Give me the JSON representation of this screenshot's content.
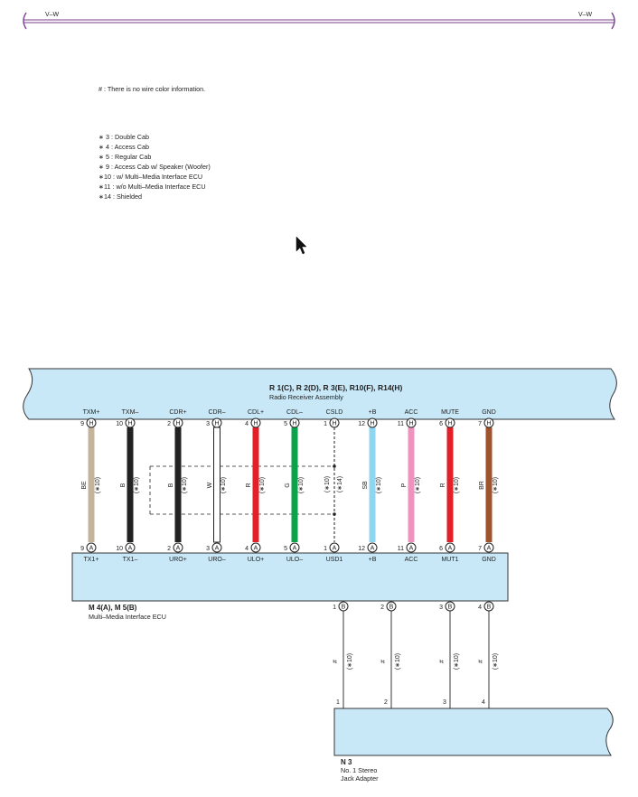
{
  "top_bar": {
    "left_label": "V–W",
    "right_label": "V–W"
  },
  "notes": {
    "hash_note": "# : There is no wire color information.",
    "items": [
      "∗ 3 : Double Cab",
      "∗ 4 : Access Cab",
      "∗ 5 : Regular Cab",
      "∗ 9 : Access Cab w/ Speaker (Woofer)",
      "∗10 : w/ Multi–Media Interface ECU",
      "∗11 : w/o Multi–Media Interface ECU",
      "∗14 : Shielded"
    ]
  },
  "receiver": {
    "title": "R 1(C), R 2(D), R 3(E), R10(F), R14(H)",
    "subtitle": "Radio Receiver Assembly",
    "connector_letter": "H"
  },
  "ecu": {
    "title": "M 4(A), M 5(B)",
    "subtitle": "Multi–Media Interface ECU",
    "connector_letter": "A"
  },
  "jack": {
    "title": "N 3",
    "subtitle_line1": "No. 1 Stereo",
    "subtitle_line2": "Jack Adapter"
  },
  "wires": [
    {
      "top_label": "TXM+",
      "top_pin": "9",
      "color_code": "BE",
      "cond": "(∗10)",
      "bottom_pin": "9",
      "bottom_label": "TX1+",
      "color": "#c4b49c"
    },
    {
      "top_label": "TXM–",
      "top_pin": "10",
      "color_code": "B",
      "cond": "(∗10)",
      "bottom_pin": "10",
      "bottom_label": "TX1–",
      "color": "#222222"
    },
    {
      "top_label": "CDR+",
      "top_pin": "2",
      "color_code": "B",
      "cond": "(∗10)",
      "bottom_pin": "2",
      "bottom_label": "URO+",
      "color": "#222222"
    },
    {
      "top_label": "CDR–",
      "top_pin": "3",
      "color_code": "W",
      "cond": "(∗10)",
      "bottom_pin": "3",
      "bottom_label": "URO–",
      "color": "#ffffff"
    },
    {
      "top_label": "CDL+",
      "top_pin": "4",
      "color_code": "R",
      "cond": "(∗10)",
      "bottom_pin": "4",
      "bottom_label": "ULO+",
      "color": "#e32028"
    },
    {
      "top_label": "CDL–",
      "top_pin": "5",
      "color_code": "G",
      "cond": "(∗10)",
      "bottom_pin": "5",
      "bottom_label": "ULO–",
      "color": "#0aa24b"
    },
    {
      "top_label": "CSLD",
      "top_pin": "1",
      "color_code": "(∗10)",
      "cond": "(∗14)",
      "bottom_pin": "1",
      "bottom_label": "USD1",
      "color": "#222222"
    },
    {
      "top_label": "+B",
      "top_pin": "12",
      "color_code": "SB",
      "cond": "(∗10)",
      "bottom_pin": "12",
      "bottom_label": "+B",
      "color": "#8fd6f3"
    },
    {
      "top_label": "ACC",
      "top_pin": "11",
      "color_code": "P",
      "cond": "(∗10)",
      "bottom_pin": "11",
      "bottom_label": "ACC",
      "color": "#ef92bd"
    },
    {
      "top_label": "MUTE",
      "top_pin": "6",
      "color_code": "R",
      "cond": "(∗10)",
      "bottom_pin": "6",
      "bottom_label": "MUT1",
      "color": "#e32028"
    },
    {
      "top_label": "GND",
      "top_pin": "7",
      "color_code": "BR",
      "cond": "(∗10)",
      "bottom_pin": "7",
      "bottom_label": "GND",
      "color": "#a0522d"
    }
  ],
  "jack_wires": [
    {
      "b_pin": "1",
      "color_code": "#",
      "cond": "(∗10)",
      "jack_pin": "1"
    },
    {
      "b_pin": "2",
      "color_code": "#",
      "cond": "(∗10)",
      "jack_pin": "2"
    },
    {
      "b_pin": "3",
      "color_code": "#",
      "cond": "(∗10)",
      "jack_pin": "3"
    },
    {
      "b_pin": "4",
      "color_code": "#",
      "cond": "(∗10)",
      "jack_pin": "4"
    }
  ],
  "b_connector_letter": "B",
  "colors": {
    "component_fill": "#c8e8f8",
    "top_bar": "#7a3f8f"
  }
}
